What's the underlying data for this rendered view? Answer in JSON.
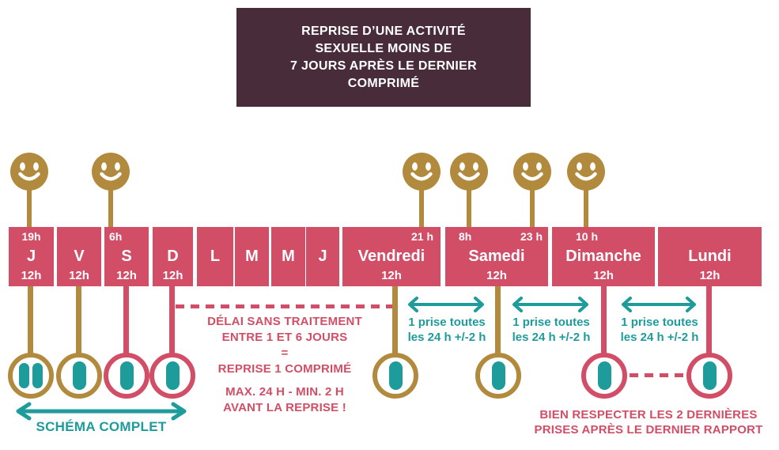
{
  "colors": {
    "maroon": "#482C3A",
    "pink": "#D14E66",
    "gold": "#B28A3E",
    "teal": "#1E9B9B",
    "white": "#FFFFFF"
  },
  "header": {
    "title": "REPRISE D’UNE ACTIVITÉ\nSEXUELLE MOINS DE\n7 JOURS APRÈS LE DERNIER\nCOMPRIMÉ"
  },
  "timeline": {
    "cells": [
      {
        "day": "jeudi",
        "label": "J",
        "top": "19h",
        "bottom": "12h"
      },
      {
        "day": "vendredi",
        "label": "V",
        "bottom": "12h"
      },
      {
        "day": "samedi",
        "label": "S",
        "top": "6h",
        "bottom": "12h"
      },
      {
        "day": "dimanche",
        "label": "D",
        "bottom": "12h"
      },
      {
        "day": "lundi",
        "label": "L"
      },
      {
        "day": "mardi",
        "label": "M"
      },
      {
        "day": "mercredi",
        "label": "M"
      },
      {
        "day": "jeudi",
        "label": "J"
      },
      {
        "day": "vendredi",
        "label": "Vendredi",
        "top": "21 h",
        "bottom": "12h"
      },
      {
        "day": "samedi",
        "label": "Samedi",
        "top_left": "8h",
        "top_right": "23 h",
        "bottom": "12h"
      },
      {
        "day": "dimanche",
        "label": "Dimanche",
        "top": "10 h",
        "bottom": "12h"
      },
      {
        "day": "lundi",
        "label": "Lundi",
        "bottom": "12h"
      }
    ]
  },
  "icons": {
    "smiley": "smiley-face-icon",
    "pill": "pill-icon",
    "arrow": "double-headed-arrow-icon"
  },
  "annotations": {
    "delai": "DÉLAI SANS TRAITEMENT\nENTRE 1 ET 6 JOURS\n=\nREPRISE 1 COMPRIMÉ",
    "max_min": "MAX. 24 H - MIN. 2 H\nAVANT LA REPRISE !",
    "schema_complet": "SCHÉMA COMPLET",
    "prise": "1 prise toutes\nles 24 h +/-2 h",
    "respecter": "BIEN RESPECTER LES 2 DERNIÈRES\nPRISES APRÈS LE DERNIER RAPPORT"
  }
}
